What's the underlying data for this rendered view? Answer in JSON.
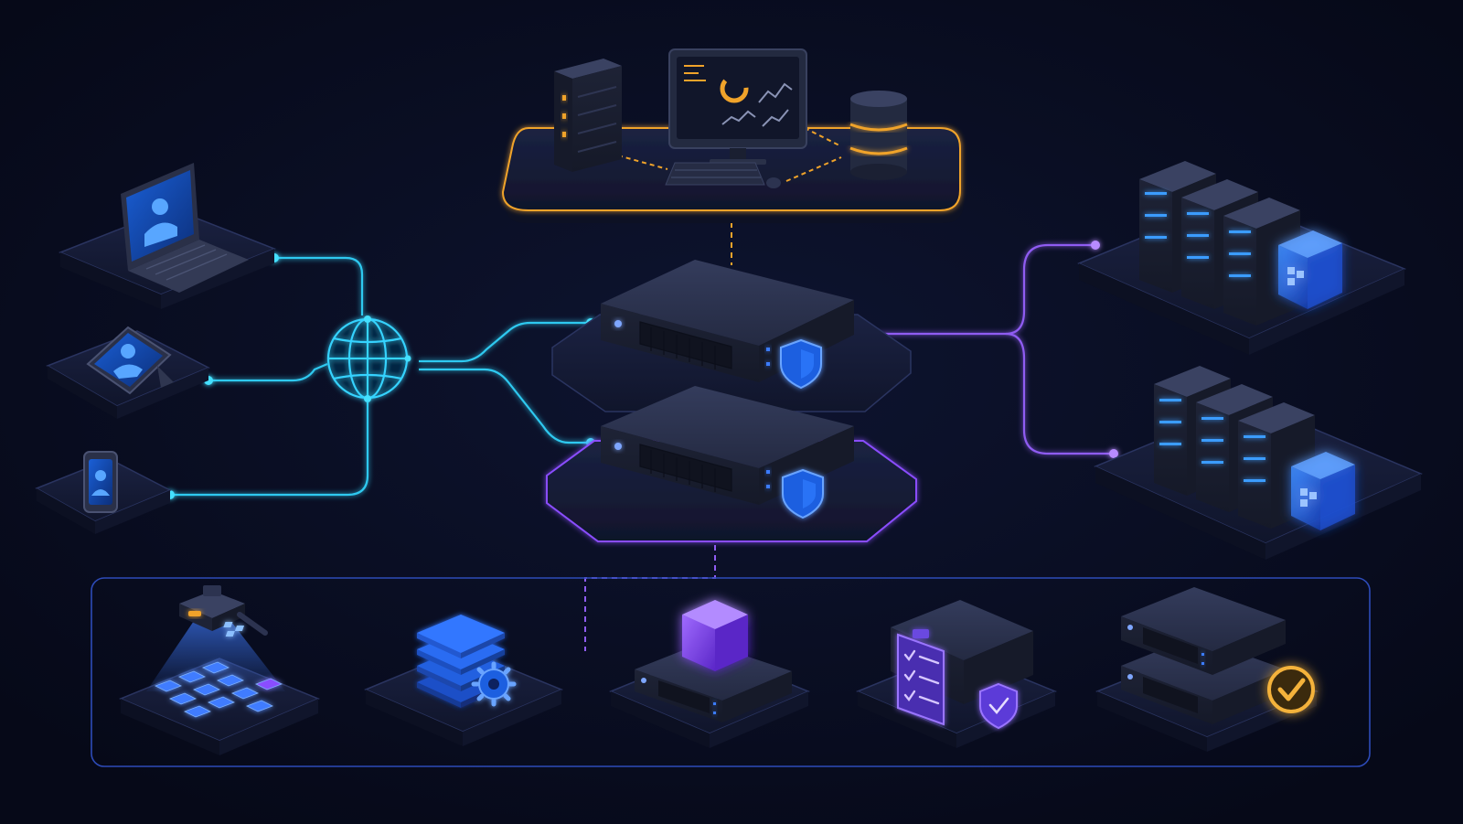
{
  "diagram": {
    "theme": {
      "background": "#070b1c",
      "plate_fill": "#141a33",
      "plate_edge": "#232c52",
      "device_body": "#1f2538",
      "device_top": "#2c3350",
      "client_link_color": "#2ec9f0",
      "backend_link_color": "#8f5cf2",
      "monitoring_link_color": "#f0a32a",
      "pipeline_frame_color": "#2d4bb8",
      "pipeline_arrow_color": "#f0a32a",
      "accent_blue": "#3b7cff",
      "accent_purple": "#8a4dff",
      "check_color": "#f4b23a"
    },
    "nodes": [
      {
        "name": "laptop-client",
        "icon": "laptop-user-icon"
      },
      {
        "name": "tablet-client",
        "icon": "tablet-user-icon"
      },
      {
        "name": "phone-client",
        "icon": "phone-user-icon"
      },
      {
        "name": "internet-gateway",
        "icon": "globe-icon"
      },
      {
        "name": "monitoring-console",
        "icon": "monitor-dashboard-icon"
      },
      {
        "name": "primary-secure-appliance",
        "icon": "shield-icon"
      },
      {
        "name": "secondary-secure-appliance",
        "icon": "shield-icon"
      },
      {
        "name": "upper-server-cluster",
        "icon": "container-cube-icon"
      },
      {
        "name": "lower-server-cluster",
        "icon": "container-cube-icon"
      }
    ],
    "pipeline": [
      {
        "name": "scan-stage",
        "icon": "scanner-grid-icon"
      },
      {
        "name": "configure-stage",
        "icon": "stack-gear-icon"
      },
      {
        "name": "package-stage",
        "icon": "cube-icon"
      },
      {
        "name": "verify-stage",
        "icon": "checklist-shield-icon"
      },
      {
        "name": "deploy-stage",
        "icon": "check-circle-icon"
      }
    ]
  }
}
